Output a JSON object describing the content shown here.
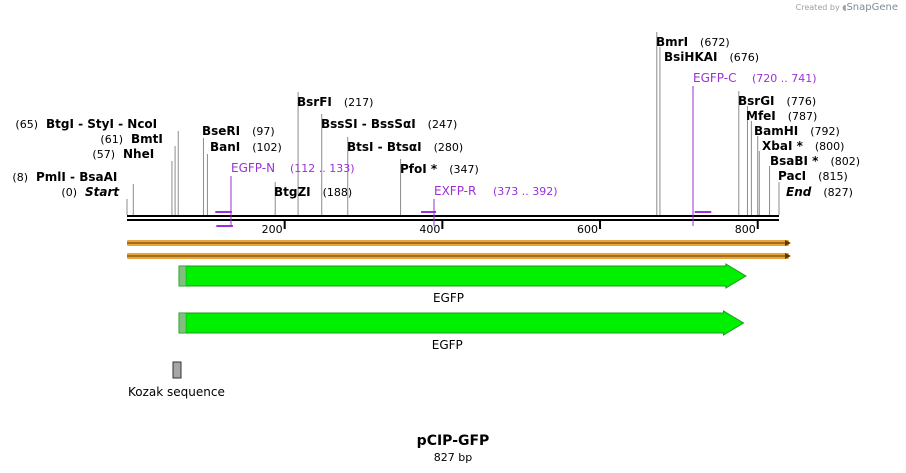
{
  "credit": {
    "prefix": "Created by",
    "brand": "SnapGene"
  },
  "plasmid": {
    "name": "pCIP-GFP",
    "size_label": "827 bp",
    "length": 827
  },
  "ruler": {
    "ticks": [
      200,
      400,
      600,
      800
    ]
  },
  "colors": {
    "primer": "#9b30d9",
    "feature": "#00f000",
    "arrow_border": "#1a9a1a",
    "orf": "#e8a33a",
    "kozak": "#a6a6a6"
  },
  "sites": [
    {
      "name": "PmlI",
      "label": "PmlI  - BsaAI",
      "pos_label": "(8)",
      "pos": 8
    },
    {
      "name": "Start",
      "label": "Start",
      "pos_label": "(0)",
      "pos": 0,
      "italic": true
    },
    {
      "name": "BtgI",
      "label": "BtgI  - StyI   - NcoI",
      "pos_label": "(65)",
      "pos": 65
    },
    {
      "name": "BmtI",
      "label": "BmtI",
      "pos_label": "(61)",
      "pos": 61
    },
    {
      "name": "NheI",
      "label": "NheI",
      "pos_label": "(57)",
      "pos": 57
    },
    {
      "name": "BseRI",
      "label": "BseRI",
      "pos_label": "(97)",
      "pos": 97
    },
    {
      "name": "BanI",
      "label": "BanI",
      "pos_label": "(102)",
      "pos": 102
    },
    {
      "name": "BsrFI",
      "label": "BsrFI",
      "pos_label": "(217)",
      "pos": 217
    },
    {
      "name": "BssSI",
      "label": "BssSI  - BssSαI",
      "pos_label": "(247)",
      "pos": 247
    },
    {
      "name": "BtsI",
      "label": "BtsI  - BtsαI",
      "pos_label": "(280)",
      "pos": 280
    },
    {
      "name": "PfoI",
      "label": "PfoI *",
      "pos_label": "(347)",
      "pos": 347
    },
    {
      "name": "BtgZI",
      "label": "BtgZI",
      "pos_label": "(188)",
      "pos": 188
    },
    {
      "name": "BmrI",
      "label": "BmrI",
      "pos_label": "(672)",
      "pos": 672
    },
    {
      "name": "BsiHKAI",
      "label": "BsiHKAI",
      "pos_label": "(676)",
      "pos": 676
    },
    {
      "name": "BsrGI",
      "label": "BsrGI",
      "pos_label": "(776)",
      "pos": 776
    },
    {
      "name": "MfeI",
      "label": "MfeI",
      "pos_label": "(787)",
      "pos": 787
    },
    {
      "name": "BamHI",
      "label": "BamHI",
      "pos_label": "(792)",
      "pos": 792
    },
    {
      "name": "XbaI",
      "label": "XbaI *",
      "pos_label": "(800)",
      "pos": 800
    },
    {
      "name": "BsaBI",
      "label": "BsaBI *",
      "pos_label": "(802)",
      "pos": 802
    },
    {
      "name": "PacI",
      "label": "PacI",
      "pos_label": "(815)",
      "pos": 815
    },
    {
      "name": "End",
      "label": "End",
      "pos_label": "(827)",
      "pos": 827,
      "italic": true
    }
  ],
  "primers": [
    {
      "name": "EGFP-N",
      "range": "(112 .. 133)",
      "start": 112,
      "end": 133
    },
    {
      "name": "EXFP-R",
      "range": "(373 .. 392)",
      "start": 373,
      "end": 392
    },
    {
      "name": "EGFP-C",
      "range": "(720 .. 741)",
      "start": 720,
      "end": 741
    }
  ],
  "features": [
    {
      "name": "EGFP",
      "start": 66,
      "end": 785
    },
    {
      "name": "EGFP",
      "start": 66,
      "end": 782
    }
  ],
  "misc_features": [
    {
      "name": "Kozak sequence",
      "start": 59,
      "end": 68
    }
  ]
}
